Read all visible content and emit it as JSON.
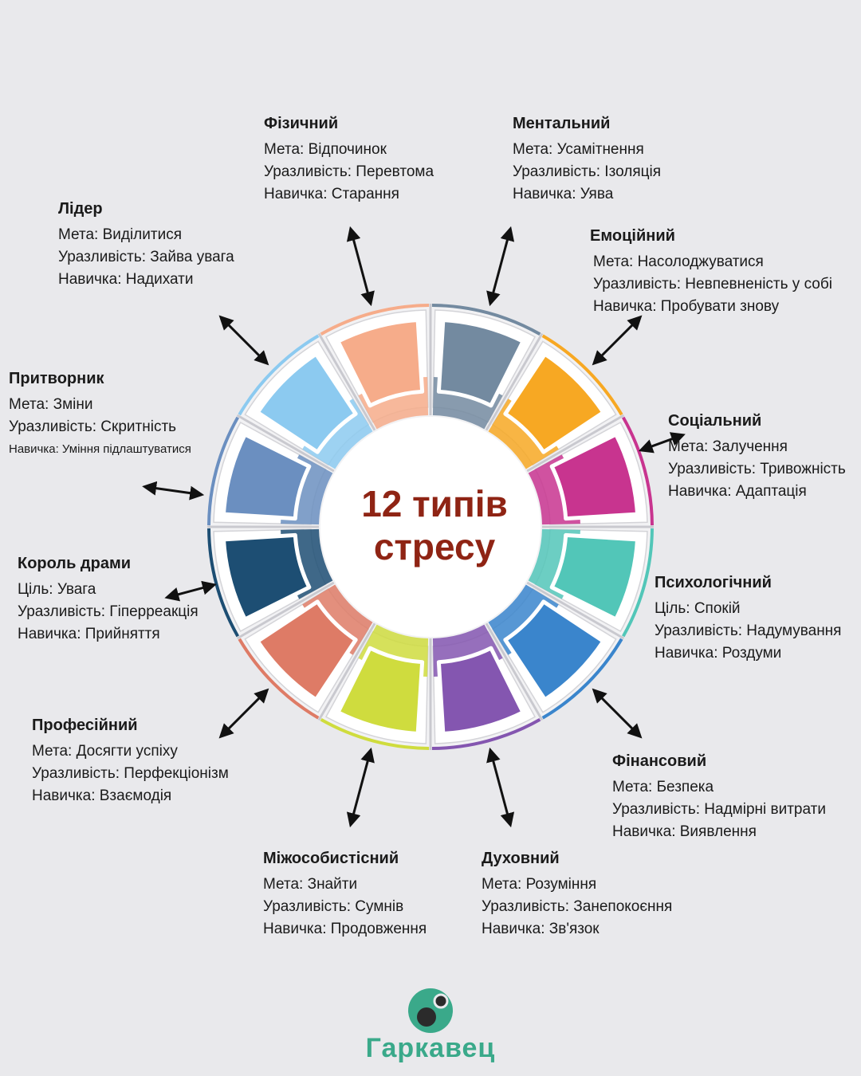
{
  "center_title": {
    "line1": "12 типів",
    "line2": "стресу"
  },
  "types": [
    {
      "title": "Фізичний",
      "goal": "Мета: Відпочинок",
      "vulnerability": "Уразливість: Перевтома",
      "skill": "Навичка: Старання",
      "color": "#f6ac8a"
    },
    {
      "title": "Ментальний",
      "goal": "Мета: Усамітнення",
      "vulnerability": "Уразливість: Ізоляція",
      "skill": "Навичка: Уява",
      "color": "#738aa0"
    },
    {
      "title": "Емоційний",
      "goal": "Мета: Насолоджуватися",
      "vulnerability": "Уразливість: Невпевненість у собі",
      "skill": "Навичка: Пробувати знову",
      "color": "#f7a823"
    },
    {
      "title": "Соціальний",
      "goal": "Мета: Залучення",
      "vulnerability": "Уразливість: Тривожність",
      "skill": "Навичка: Адаптація",
      "color": "#c8348f"
    },
    {
      "title": "Психологічний",
      "goal": "Ціль: Спокій",
      "vulnerability": "Уразливість: Надумування",
      "skill": "Навичка: Роздуми",
      "color": "#52c6b8"
    },
    {
      "title": "Фінансовий",
      "goal": "Мета: Безпека",
      "vulnerability": "Уразливість: Надмірні витрати",
      "skill": "Навичка: Виявлення",
      "color": "#3a85cc"
    },
    {
      "title": "Духовний",
      "goal": "Мета: Розуміння",
      "vulnerability": "Уразливість: Занепокоєння",
      "skill": "Навичка: Зв'язок",
      "color": "#8456b0"
    },
    {
      "title": "Міжособистісний",
      "goal": "Мета: Знайти",
      "vulnerability": "Уразливість: Сумнів",
      "skill": "Навичка: Продовження",
      "color": "#cfdc3e"
    },
    {
      "title": "Професійний",
      "goal": "Мета: Досягти успіху",
      "vulnerability": "Уразливість: Перфекціонізм",
      "skill": "Навичка: Взаємодія",
      "color": "#de7b66"
    },
    {
      "title": "Король драми",
      "goal": "Ціль: Увага",
      "vulnerability": "Уразливість: Гіперреакція",
      "skill": "Навичка: Прийняття",
      "color": "#1d4e73"
    },
    {
      "title": "Притворник",
      "goal": "Мета: Зміни",
      "vulnerability": "Уразливість: Скритність",
      "skill": "Навичка: Уміння підлаштуватися",
      "color": "#6b8fc0"
    },
    {
      "title": "Лідер",
      "goal": "Мета: Виділитися",
      "vulnerability": "Уразливість: Зайва увага",
      "skill": "Навичка: Надихати",
      "color": "#8ccaf0"
    }
  ],
  "logo": {
    "text": "Гаркавец",
    "color": "#3aa98a",
    "name": "garkavets-logo"
  },
  "colors": {
    "background": "#e9e9ec",
    "title": "#8f2414",
    "arrow": "#111111"
  }
}
